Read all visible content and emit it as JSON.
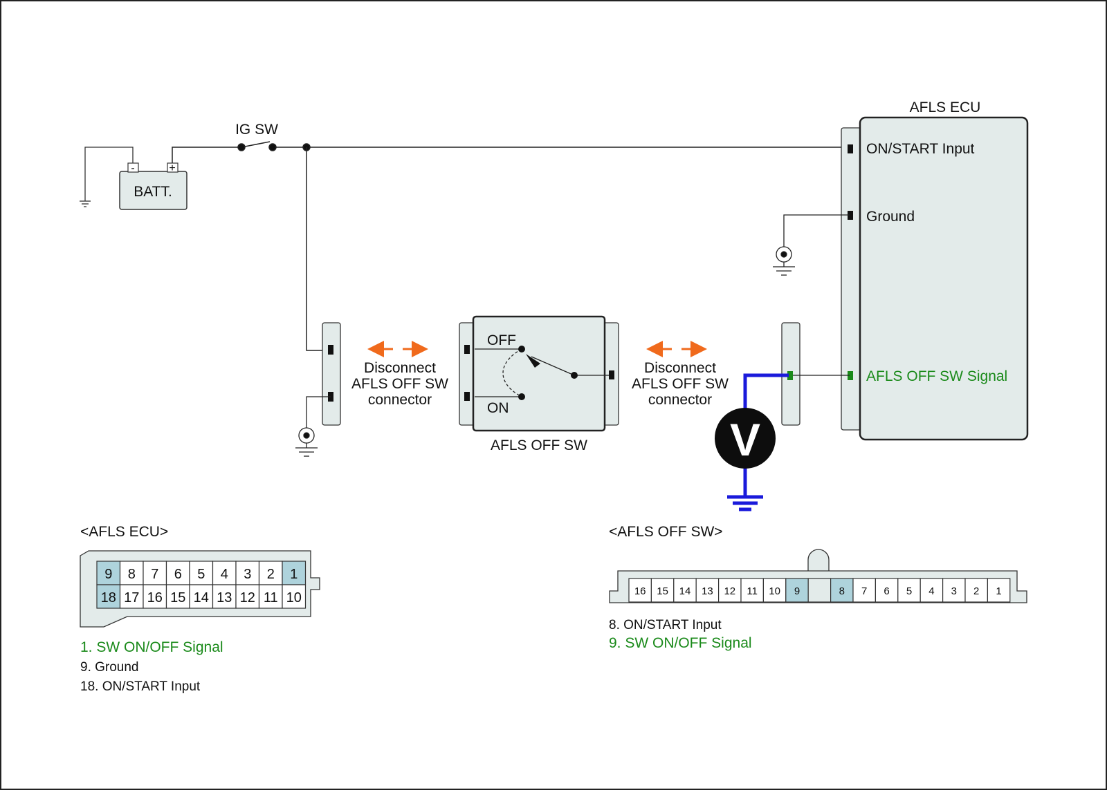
{
  "colors": {
    "component_fill": "#e3ebea",
    "highlight_pin": "#aed3dc",
    "signal_green": "#1a8a1a",
    "arrow_orange": "#f06a1c",
    "probe_blue": "#1a1adb"
  },
  "battery": {
    "label": "BATT.",
    "neg": "-",
    "pos": "+"
  },
  "ig_switch": {
    "label": "IG SW"
  },
  "ecu": {
    "title": "AFLS ECU",
    "pins": {
      "on_start": "ON/START Input",
      "ground": "Ground",
      "signal": "AFLS OFF SW Signal"
    }
  },
  "switch": {
    "title": "AFLS OFF SW",
    "off": "OFF",
    "on": "ON"
  },
  "disconnect_note": {
    "line1": "Disconnect",
    "line2": "AFLS OFF SW",
    "line3": "connector"
  },
  "voltmeter": {
    "symbol": "V"
  },
  "ecu_connector": {
    "title": "<AFLS ECU>",
    "top_row": [
      "9",
      "8",
      "7",
      "6",
      "5",
      "4",
      "3",
      "2",
      "1"
    ],
    "bottom_row": [
      "18",
      "17",
      "16",
      "15",
      "14",
      "13",
      "12",
      "11",
      "10"
    ],
    "legend": [
      "1. SW ON/OFF Signal",
      "9. Ground",
      "18. ON/START Input"
    ]
  },
  "sw_connector": {
    "title": "<AFLS OFF SW>",
    "pins": [
      "16",
      "15",
      "14",
      "13",
      "12",
      "11",
      "10",
      "9",
      "",
      "8",
      "7",
      "6",
      "5",
      "4",
      "3",
      "2",
      "1"
    ],
    "legend": [
      "8. ON/START Input",
      "9. SW ON/OFF Signal"
    ]
  }
}
